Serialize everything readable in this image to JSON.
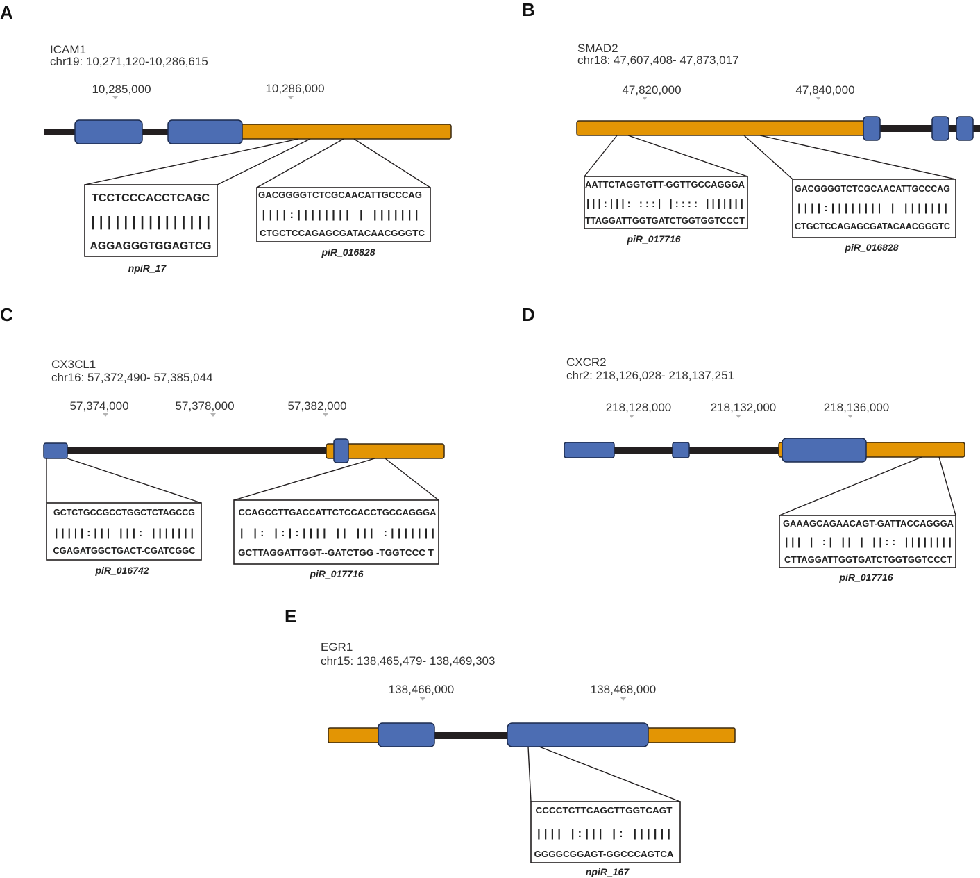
{
  "panels": [
    {
      "letter": "A",
      "gene": "ICAM1",
      "location": "chr19: 10,271,120-10,286,615",
      "ticks": [
        "10,285,000",
        "10,286,000"
      ],
      "alignments": [
        {
          "top": "TCCTCCCACCTCAGC",
          "match": "|||||||||||||||",
          "bottom": "AGGAGGGTGGAGTCG",
          "name": "npiR_17"
        },
        {
          "top": "GACGGGGTCTCGCAACATTGCCCAG",
          "match": "||||:|||||||| |  |||||||",
          "bottom": "CTGCTCCAGAGCGATACAACGGGTC",
          "name": "piR_016828"
        }
      ]
    },
    {
      "letter": "B",
      "gene": "SMAD2",
      "location": "chr18: 47,607,408- 47,873,017",
      "ticks": [
        "47,820,000",
        "47,840,000"
      ],
      "alignments": [
        {
          "top": "AATTCTAGGTGTT-GGTTGCCAGGGA",
          "match": "|||:|||:   :::| |::::  |||||||",
          "bottom": "TTAGGATTGGTGATCTGGTGGTCCCT",
          "name": "piR_017716"
        },
        {
          "top": "GACGGGGTCTCGCAACATTGCCCAG",
          "match": "||||:|||||||| |  |||||||",
          "bottom": "CTGCTCCAGAGCGATACAACGGGTC",
          "name": "piR_016828"
        }
      ]
    },
    {
      "letter": "C",
      "gene": "CX3CL1",
      "location": "chr16: 57,372,490- 57,385,044",
      "ticks": [
        "57,374,000",
        "57,378,000",
        "57,382,000"
      ],
      "alignments": [
        {
          "top": "GCTCTGCCGCCTGGCTCTAGCCG",
          "match": "|||||:||| |||:   |||||||",
          "bottom": "CGAGATGGCTGACT-CGATCGGC",
          "name": "piR_016742"
        },
        {
          "top": "CCAGCCTTGACCATTCTCCACCTGCCAGGGA",
          "match": "| |:  |:|:||||  ||   |||  :|||||||",
          "bottom": "GCTTAGGATTGGT--GATCTGG -TGGTCCC T",
          "name": "piR_017716"
        }
      ]
    },
    {
      "letter": "D",
      "gene": "CXCR2",
      "location": "chr2: 218,126,028- 218,137,251",
      "ticks": [
        "218,128,000",
        "218,132,000",
        "218,136,000"
      ],
      "alignments": [
        {
          "top": "GAAAGCAGAACAGT-GATTACCAGGGA",
          "match": "|||    |  :|  ||  |  ||::  ||||||||",
          "bottom": "CTTAGGATTGGTGATCTGGTGGTCCCT",
          "name": "piR_017716"
        }
      ]
    },
    {
      "letter": "E",
      "gene": "EGR1",
      "location": "chr15: 138,465,479- 138,469,303",
      "ticks": [
        "138,466,000",
        "138,468,000"
      ],
      "alignments": [
        {
          "top": "CCCCTCTTCAGCTTGGTCAGT",
          "match": "||||  |:|||  |:  ||||||",
          "bottom": "GGGGCGGAGT-GGCCCAGTCA",
          "name": "npiR_167"
        }
      ]
    }
  ],
  "colors": {
    "exon": "#4c6db3",
    "utr": "#e39504",
    "intron": "#231f20"
  }
}
